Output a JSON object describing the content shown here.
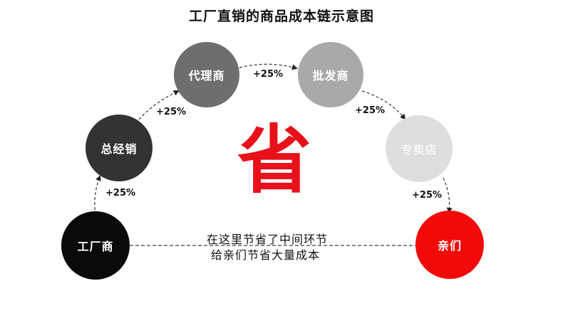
{
  "title": "工厂直销的商品成本链示意图",
  "center_char": "省",
  "nodes": [
    {
      "id": "factory",
      "label": "工厂商",
      "color": "#0a0a0a",
      "text_color": "#ffffff"
    },
    {
      "id": "general",
      "label": "总经销",
      "color": "#333333",
      "text_color": "#ffffff"
    },
    {
      "id": "agent",
      "label": "代理商",
      "color": "#6e6e6e",
      "text_color": "#ffffff"
    },
    {
      "id": "wholesale",
      "label": "批发商",
      "color": "#a9a9a9",
      "text_color": "#ffffff"
    },
    {
      "id": "store",
      "label": "专卖店",
      "color": "#dedede",
      "text_color": "#f7f7f7"
    },
    {
      "id": "customer",
      "label": "亲们",
      "color": "#f20a0a",
      "text_color": "#ffffff"
    }
  ],
  "markups": [
    "+25%",
    "+25%",
    "+25%",
    "+25%",
    "+25%"
  ],
  "note_lines": [
    "在这里节省了中间环节",
    "给亲们节省大量成本"
  ]
}
